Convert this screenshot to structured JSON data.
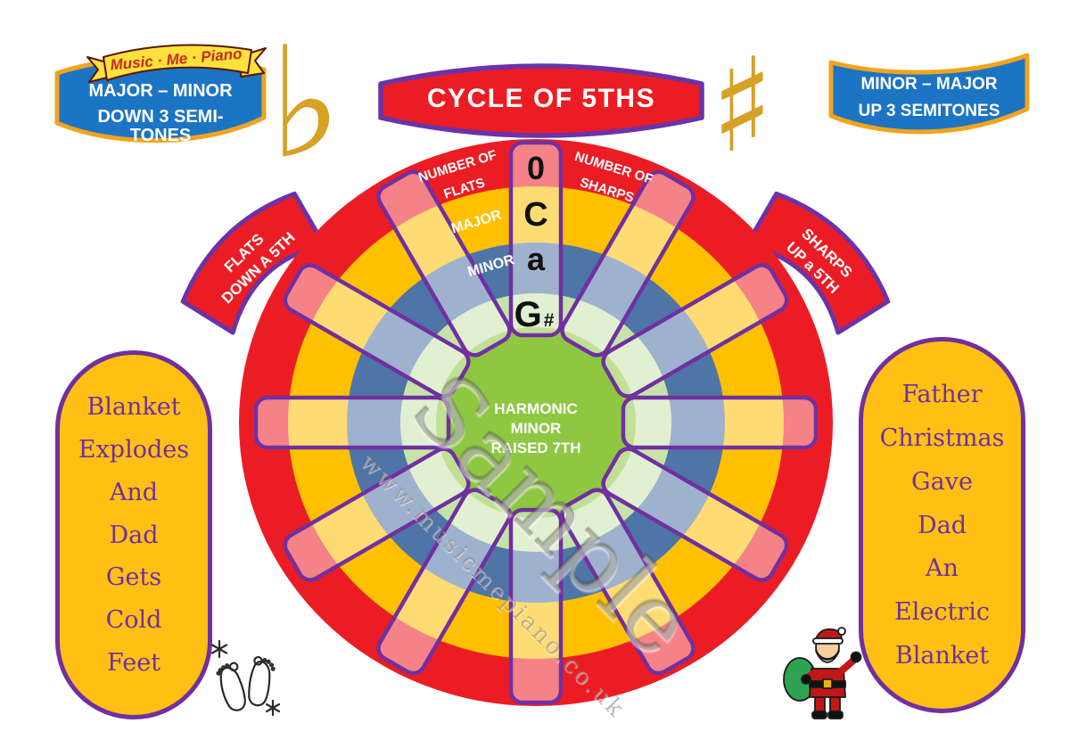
{
  "logo": {
    "text": "Music · Me · Piano"
  },
  "title_banner": {
    "text": "CYCLE OF 5THS"
  },
  "semitone_banners": {
    "left": {
      "line1": "MAJOR – MINOR",
      "line2": "DOWN 3 SEMI-",
      "line3": "TONES"
    },
    "right": {
      "line1": "MINOR – MAJOR",
      "line2": "UP 3 SEMITONES"
    }
  },
  "accidental_symbols": {
    "flat": "♭",
    "sharp": "♯"
  },
  "direction_banners": {
    "flats": {
      "line1": "FLATS",
      "line2": "DOWN A 5TH"
    },
    "sharps": {
      "line1": "SHARPS",
      "line2": "UP a 5TH"
    }
  },
  "wheel": {
    "labels": {
      "flats_count_line1": "NUMBER OF",
      "flats_count_line2": "FLATS",
      "sharps_count_line1": "NUMBER OF",
      "sharps_count_line2": "SHARPS",
      "major_ring": "MAJOR",
      "minor_ring": "MINOR"
    },
    "example_spoke": {
      "flats": "0",
      "major": "C",
      "minor": "a",
      "raised_7th_base": "G",
      "raised_7th_accidental": "#"
    },
    "center_line1": "HARMONIC",
    "center_line2": "MINOR",
    "center_line3": "RAISED 7TH",
    "colors": {
      "outer_ring": "#EC1C24",
      "major_ring": "#FFC000",
      "minor_ring": "#4F74A6",
      "inner_ring": "#C6E3AB",
      "center": "#8EC741",
      "spoke_border": "#7030A0"
    }
  },
  "mnemonics": {
    "flats": {
      "lines": [
        "Blanket",
        "Explodes",
        "And",
        "Dad",
        "Gets",
        "Cold",
        "Feet"
      ]
    },
    "sharps": {
      "lines": [
        "Father",
        "Christmas",
        "Gave",
        "Dad",
        "An",
        "Electric",
        "Blanket"
      ]
    }
  },
  "watermark": {
    "sample": "Sample",
    "url": "www.musicmepiano.co.uk"
  },
  "palette": {
    "banner_blue": "#1C74C4",
    "banner_border_gold": "#F2A41D",
    "banner_red": "#EC1C24",
    "border_purple": "#6A33A8",
    "gold_symbol": "#D6A125",
    "pill_yellow": "#FFC013"
  }
}
